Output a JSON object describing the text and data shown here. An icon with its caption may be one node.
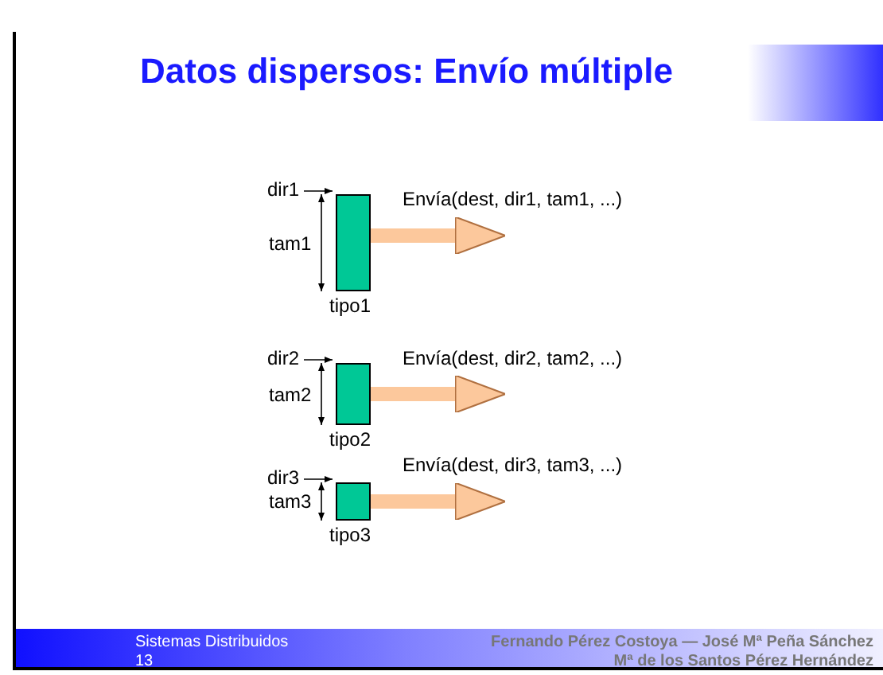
{
  "diagram": {
    "title": "Datos dispersos: Envío múltiple",
    "nodes": [
      {
        "text": [],
        "shape": "box",
        "beside": [
          "dir1",
          "tam1",
          "tipo1"
        ]
      },
      {
        "text": [],
        "shape": "box",
        "beside": [
          "dir2",
          "tam2",
          "tipo2"
        ]
      },
      {
        "text": [],
        "shape": "box",
        "beside": [
          "dir3",
          "tam3",
          "tipo3"
        ]
      }
    ],
    "edges": [
      {
        "from": 0,
        "to": null,
        "arrow": "to",
        "label": "Envía(dest, dir1, tam1, ...)"
      },
      {
        "from": 1,
        "to": null,
        "arrow": "to",
        "label": "Envía(dest, dir2, tam2, ...)"
      },
      {
        "from": 2,
        "to": null,
        "arrow": "to",
        "label": "Envía(dest, dir3, tam3, ...)"
      }
    ],
    "labels": [
      "Sistemas Distribuidos",
      "13",
      "Fernando Pérez Costoya — José Mª Peña Sánchez",
      "Mª de los Santos Pérez Hernández"
    ]
  }
}
